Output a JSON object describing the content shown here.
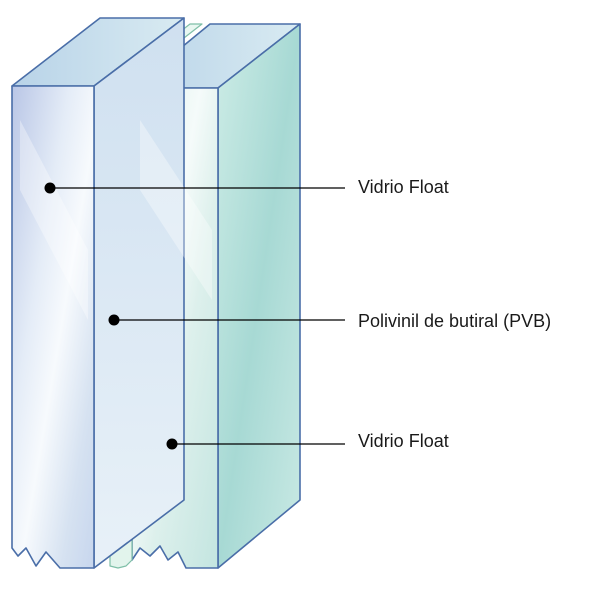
{
  "layers": [
    {
      "name": "Vidrio Float"
    },
    {
      "name": "Polivinil de butiral (PVB)"
    },
    {
      "name": "Vidrio Float"
    }
  ],
  "colors": {
    "edge": "#4a6ea8",
    "glass_front_light": "#f4f8fd",
    "glass_front_mid": "#d8e3f2",
    "glass_front_blue": "#b9c6e6",
    "glass_back_light": "#f3fbf9",
    "glass_back_mid": "#cfeee8",
    "pvb_edge": "#7fbfa8",
    "pvb_fill": "#e6f6ef",
    "leader": "#000000"
  }
}
